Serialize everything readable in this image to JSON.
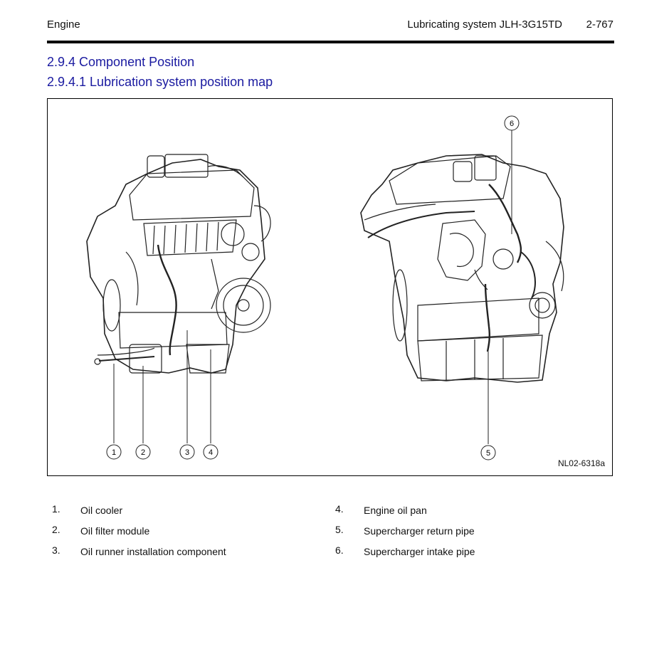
{
  "header": {
    "left": "Engine",
    "section": "Lubricating system JLH-3G15TD",
    "page": "2-767"
  },
  "headings": {
    "h1": "2.9.4 Component Position",
    "h2": "2.9.4.1 Lubrication system position map"
  },
  "figure": {
    "code": "NL02-6318a",
    "callouts": [
      "1",
      "2",
      "3",
      "4",
      "5",
      "6"
    ]
  },
  "legend": [
    {
      "num": "1.",
      "label": "Oil cooler"
    },
    {
      "num": "2.",
      "label": "Oil filter module"
    },
    {
      "num": "3.",
      "label": "Oil runner installation component"
    },
    {
      "num": "4.",
      "label": "Engine oil pan"
    },
    {
      "num": "5.",
      "label": "Supercharger return pipe"
    },
    {
      "num": "6.",
      "label": "Supercharger intake pipe"
    }
  ],
  "colors": {
    "heading": "#1a1aa0",
    "rule": "#000000"
  }
}
